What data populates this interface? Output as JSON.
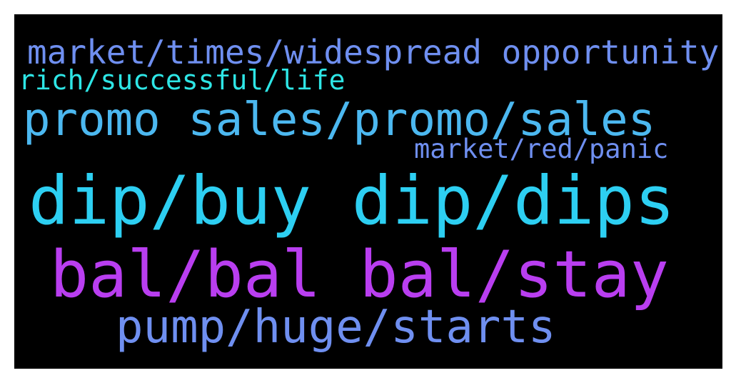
{
  "wordcloud": {
    "background": "#000000",
    "words": [
      {
        "text": "market/times/widespread opportunity",
        "color": "#6f8ff0"
      },
      {
        "text": "rich/successful/life",
        "color": "#2ee6e6"
      },
      {
        "text": "promo sales/promo/sales",
        "color": "#4cb8f0"
      },
      {
        "text": "market/red/panic",
        "color": "#6f8ff0"
      },
      {
        "text": "dip/buy dip/dips",
        "color": "#2dcff2"
      },
      {
        "text": "bal/bal bal/stay",
        "color": "#b93ef0"
      },
      {
        "text": "pump/huge/starts",
        "color": "#6f8ff0"
      }
    ]
  }
}
